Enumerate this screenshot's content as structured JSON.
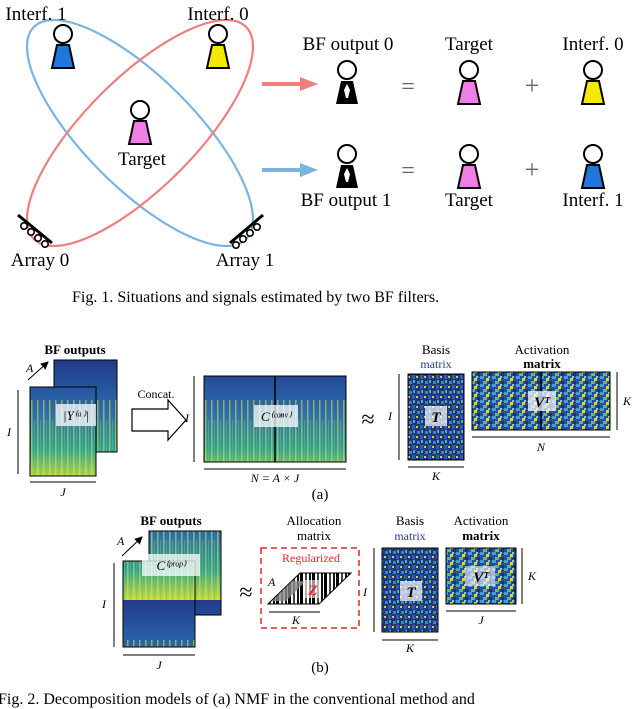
{
  "figure1": {
    "labels": {
      "interf1": "Interf. 1",
      "interf0": "Interf. 0",
      "target": "Target",
      "array0": "Array 0",
      "array1": "Array 1"
    },
    "rows": [
      {
        "output": "BF output 0",
        "eq": "=",
        "plus": "+",
        "target": "Target",
        "interf": "Interf. 0"
      },
      {
        "output": "BF output 1",
        "eq": "=",
        "plus": "+",
        "target": "Target",
        "interf": "Interf. 1"
      }
    ],
    "caption": "Fig. 1.  Situations and signals estimated by two BF filters."
  },
  "figure2": {
    "a": {
      "bf_outputs": "BF outputs",
      "A": "A",
      "I": "I",
      "J": "J",
      "Y": "|Y⁽ᵃ⁾|",
      "concat": "Concat.",
      "C": "C⁽ᶜᵒⁿᵛ⁾",
      "I2": "I",
      "N_eq": "N = A × J",
      "approx": "≈",
      "basis": "Basis",
      "basis_sub": "matrix",
      "T": "T",
      "I3": "I",
      "K": "K",
      "activation": "Activation",
      "activation_sub": "matrix",
      "VT": "Vᵀ",
      "K2": "K",
      "N": "N",
      "panel": "(a)"
    },
    "b": {
      "bf_outputs": "BF outputs",
      "A": "A",
      "I": "I",
      "J": "J",
      "C": "C⁽ᵖʳᵒᵖ⁾",
      "approx": "≈",
      "allocation": "Allocation",
      "allocation_sub": "matrix",
      "regularized": "Regularized",
      "A2": "A",
      "Z": "Z",
      "K": "K",
      "I2": "I",
      "basis": "Basis",
      "basis_sub": "matrix",
      "T": "T",
      "K3": "K",
      "activation": "Activation",
      "activation_sub": "matrix",
      "VT": "Vᵀ",
      "K4": "K",
      "J2": "J",
      "panel": "(b)"
    },
    "caption": "Fig. 2.  Decomposition models of (a) NMF in the conventional method and"
  },
  "colors": {
    "blue_ellipse": "#7ab4de",
    "red_ellipse": "#ef7f7f",
    "blue_person": "#1e78dc",
    "yellow_person": "#f2e800",
    "pink_person": "#ee7fe4",
    "black_person": "#000000",
    "red_arrow": "#ef7f7f",
    "blue_arrow": "#7ab4de",
    "regularized_red": "#e0282a",
    "matrix_navy": "#2a3a8f"
  }
}
